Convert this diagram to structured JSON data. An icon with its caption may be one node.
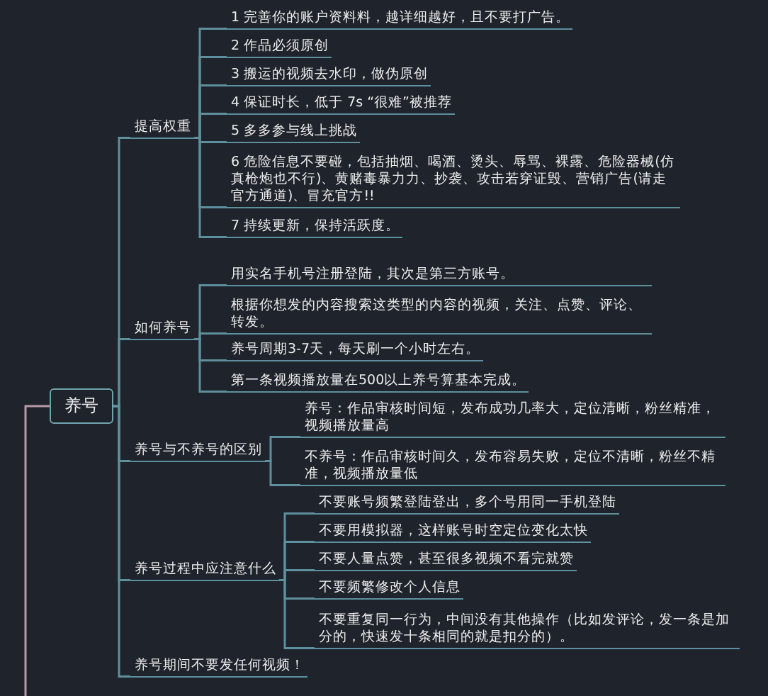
{
  "diagram": {
    "nodes": [
      {
        "text": [
          "养号"
        ]
      },
      {
        "text": [
          "提高权重"
        ]
      },
      {
        "text": [
          "1 完善你的账户资料料，越详细越好，且不要打广告。"
        ]
      },
      {
        "text": [
          "2 作品必须原创"
        ]
      },
      {
        "text": [
          "3 搬运的视频去水印，做伪原创"
        ]
      },
      {
        "text": [
          "4 保证时长，低于 7s “很难”被推荐"
        ]
      },
      {
        "text": [
          "5 多多参与线上挑战"
        ]
      },
      {
        "text": [
          "6 危险信息不要碰，包括抽烟、喝酒、烫头、辱骂、裸露、危险器械(仿真枪炮也不行)、黄赌毒暴力力、抄袭、攻击若穿证毁、营销广告(请走官方通道)、冒充官方!!"
        ]
      },
      {
        "text": [
          "7 持续更新，保持活跃度。"
        ]
      },
      {
        "text": [
          "如何养号"
        ]
      },
      {
        "text": [
          "用实名手机号注册登陆，其次是第三方账号。"
        ]
      },
      {
        "text": [
          "根据你想发的内容搜索这类型的内容的视频，关注、点赞、评论、转发。"
        ]
      },
      {
        "text": [
          "养号周期3-7天，每天刷一个小时左右。"
        ]
      },
      {
        "text": [
          "第一条视频播放量在500以上养号算基本完成。"
        ]
      },
      {
        "text": [
          "养号与不养号的区别"
        ]
      },
      {
        "text": [
          "养号：作品审核时间短，发布成功几率大，定位清晰，粉丝精准，视频播放量高"
        ]
      },
      {
        "text": [
          "不养号：作品审核时间久，发布容易失败，定位不清晰，粉丝不精准，视频播放量低"
        ]
      },
      {
        "text": [
          "养号过程中应注意什么"
        ]
      },
      {
        "text": [
          "不要账号频繁登陆登出，多个号用同一手机登陆"
        ]
      },
      {
        "text": [
          "不要用模拟器，这样账号时空定位变化太快"
        ]
      },
      {
        "text": [
          "不要人量点赞，甚至很多视频不看完就赞"
        ]
      },
      {
        "text": [
          "不要频繁修改个人信息"
        ]
      },
      {
        "text": [
          "不要重复同一行为，中间没有其他操作（比如发评论，发一条是加分的，快速发十条相同的就是扣分的）。"
        ]
      },
      {
        "text": [
          "养号期间不要发任何视频！"
        ]
      }
    ],
    "edges": [
      {
        "from": null,
        "to": 0,
        "arrow": "none"
      },
      {
        "from": 0,
        "to": 1,
        "arrow": "none"
      },
      {
        "from": 0,
        "to": 9,
        "arrow": "none"
      },
      {
        "from": 0,
        "to": 14,
        "arrow": "none"
      },
      {
        "from": 0,
        "to": 17,
        "arrow": "none"
      },
      {
        "from": 0,
        "to": 23,
        "arrow": "none"
      },
      {
        "from": 1,
        "to": 2,
        "arrow": "none"
      },
      {
        "from": 1,
        "to": 3,
        "arrow": "none"
      },
      {
        "from": 1,
        "to": 4,
        "arrow": "none"
      },
      {
        "from": 1,
        "to": 5,
        "arrow": "none"
      },
      {
        "from": 1,
        "to": 6,
        "arrow": "none"
      },
      {
        "from": 1,
        "to": 7,
        "arrow": "none"
      },
      {
        "from": 1,
        "to": 8,
        "arrow": "none"
      },
      {
        "from": 9,
        "to": 10,
        "arrow": "none"
      },
      {
        "from": 9,
        "to": 11,
        "arrow": "none"
      },
      {
        "from": 9,
        "to": 12,
        "arrow": "none"
      },
      {
        "from": 9,
        "to": 13,
        "arrow": "none"
      },
      {
        "from": 14,
        "to": 15,
        "arrow": "none"
      },
      {
        "from": 14,
        "to": 16,
        "arrow": "none"
      },
      {
        "from": 17,
        "to": 18,
        "arrow": "none"
      },
      {
        "from": 17,
        "to": 19,
        "arrow": "none"
      },
      {
        "from": 17,
        "to": 20,
        "arrow": "none"
      },
      {
        "from": 17,
        "to": 21,
        "arrow": "none"
      },
      {
        "from": 17,
        "to": 22,
        "arrow": "none"
      }
    ]
  }
}
